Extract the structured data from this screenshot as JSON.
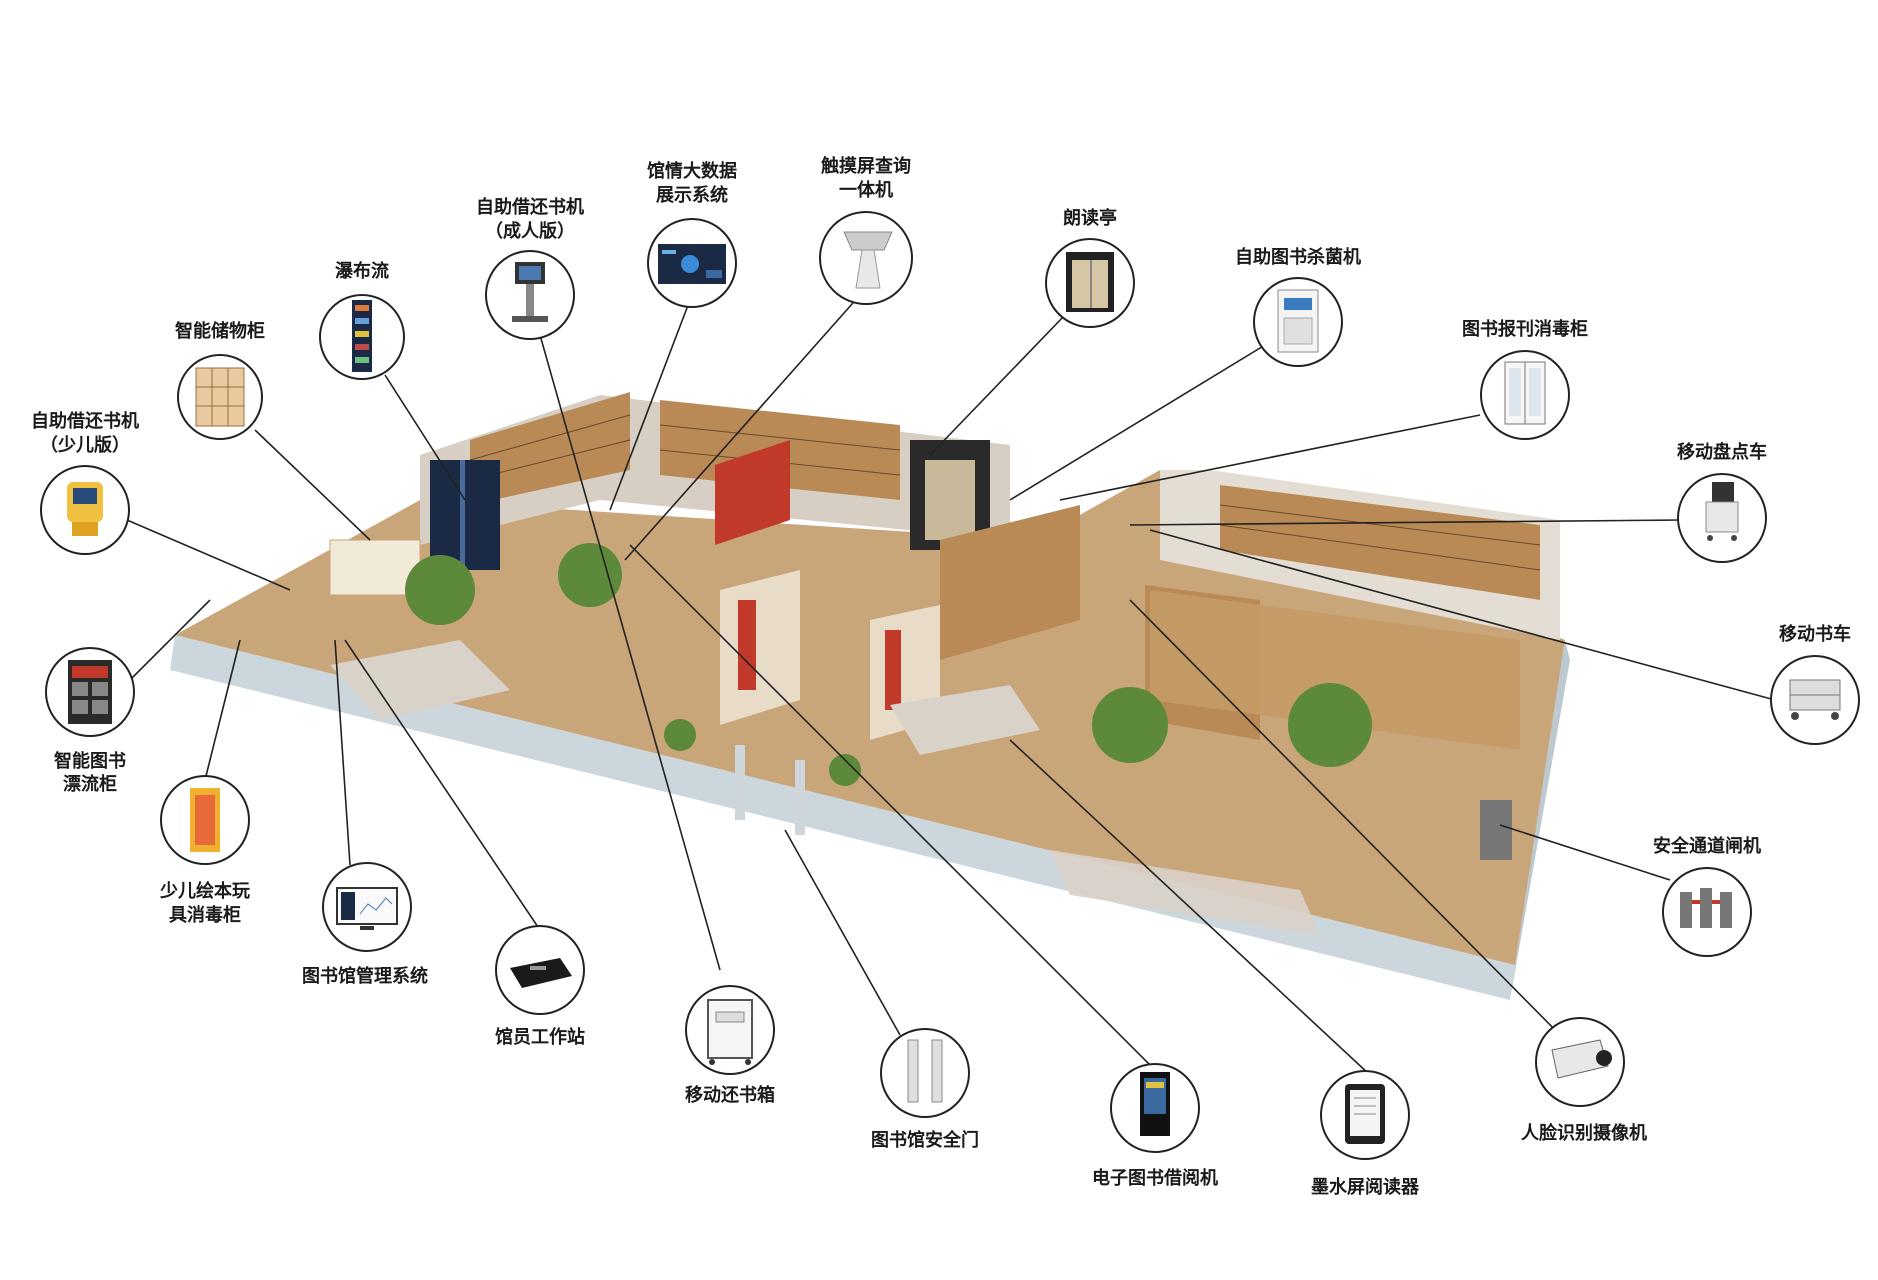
{
  "callouts": [
    {
      "id": "self-checkout-kids",
      "lines": [
        "自助借还书机",
        "（少儿版）"
      ]
    },
    {
      "id": "smart-locker",
      "lines": [
        "智能储物柜"
      ]
    },
    {
      "id": "waterfall-screen",
      "lines": [
        "瀑布流"
      ]
    },
    {
      "id": "self-checkout-adult",
      "lines": [
        "自助借还书机",
        "（成人版）"
      ]
    },
    {
      "id": "big-data-display",
      "lines": [
        "馆情大数据",
        "展示系统"
      ]
    },
    {
      "id": "touch-query-kiosk",
      "lines": [
        "触摸屏查询",
        "一体机"
      ]
    },
    {
      "id": "reading-booth",
      "lines": [
        "朗读亭"
      ]
    },
    {
      "id": "book-sterilizer",
      "lines": [
        "自助图书杀菌机"
      ]
    },
    {
      "id": "periodical-disinfection-cabinet",
      "lines": [
        "图书报刊消毒柜"
      ]
    },
    {
      "id": "mobile-inventory-cart",
      "lines": [
        "移动盘点车"
      ]
    },
    {
      "id": "mobile-book-cart",
      "lines": [
        "移动书车"
      ]
    },
    {
      "id": "smart-book-drift-cabinet",
      "lines": [
        "智能图书",
        "漂流柜"
      ]
    },
    {
      "id": "kids-picture-book-toy-sterilizer",
      "lines": [
        "少儿绘本玩",
        "具消毒柜"
      ]
    },
    {
      "id": "library-management-system",
      "lines": [
        "图书馆管理系统"
      ]
    },
    {
      "id": "librarian-workstation",
      "lines": [
        "馆员工作站"
      ]
    },
    {
      "id": "mobile-book-return-box",
      "lines": [
        "移动还书箱"
      ]
    },
    {
      "id": "library-security-gate",
      "lines": [
        "图书馆安全门"
      ]
    },
    {
      "id": "ebook-reader-kiosk",
      "lines": [
        "电子图书借阅机"
      ]
    },
    {
      "id": "e-ink-reader",
      "lines": [
        "墨水屏阅读器"
      ]
    },
    {
      "id": "face-recognition-camera",
      "lines": [
        "人脸识别摄像机"
      ]
    },
    {
      "id": "safety-turnstile",
      "lines": [
        "安全通道闸机"
      ]
    }
  ],
  "colors": {
    "floor": "#c9a57a",
    "floor_dark": "#a88558",
    "wall": "#d8cfc4",
    "shelf": "#b98a55",
    "books_red": "#c0392b",
    "glass": "#b7c6cf",
    "plant": "#5c8a3a",
    "screen": "#1b2a44"
  },
  "icons": [
    "self-checkout-kiosk-icon",
    "locker-icon",
    "waterfall-screen-icon",
    "self-checkout-kiosk-icon",
    "dashboard-screen-icon",
    "touch-kiosk-icon",
    "reading-booth-icon",
    "sterilizer-icon",
    "disinfection-cabinet-icon",
    "inventory-cart-icon",
    "book-cart-icon",
    "drift-cabinet-icon",
    "toy-sterilizer-icon",
    "monitor-icon",
    "rfid-pad-icon",
    "return-box-icon",
    "security-gate-icon",
    "ebook-kiosk-icon",
    "e-reader-icon",
    "camera-icon",
    "turnstile-icon"
  ]
}
